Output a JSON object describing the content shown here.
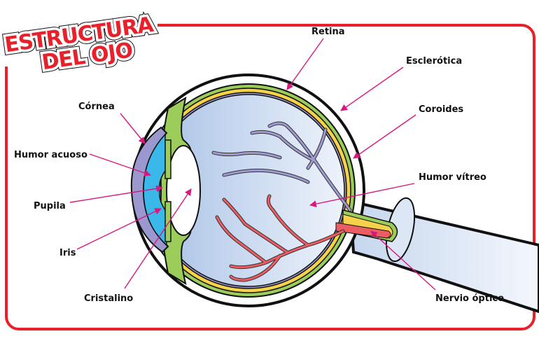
{
  "title": {
    "line1": "ESTRUCTURA",
    "line2": "DEL OJO"
  },
  "colors": {
    "frame": "#e8202a",
    "arrow": "#d8187f",
    "sclera_green": "#9ccc5a",
    "choroid_yellow": "#f6d24a",
    "cornea_purple": "#9b97cf",
    "aqueous_blue": "#3bb8ea",
    "vitreous_blue": "#b7cdea",
    "retina_vessels": "#9f9ad0",
    "arteries": "#ea5d63"
  },
  "labels": {
    "retina": "Retina",
    "esclerotica": "Esclerótica",
    "coroides": "Coroides",
    "humor_vitreo": "Humor vítreo",
    "nervio_optico": "Nervio óptico",
    "cornea": "Córnea",
    "humor_acuoso": "Humor acuoso",
    "pupila": "Pupila",
    "iris": "Iris",
    "cristalino": "Cristalino"
  }
}
